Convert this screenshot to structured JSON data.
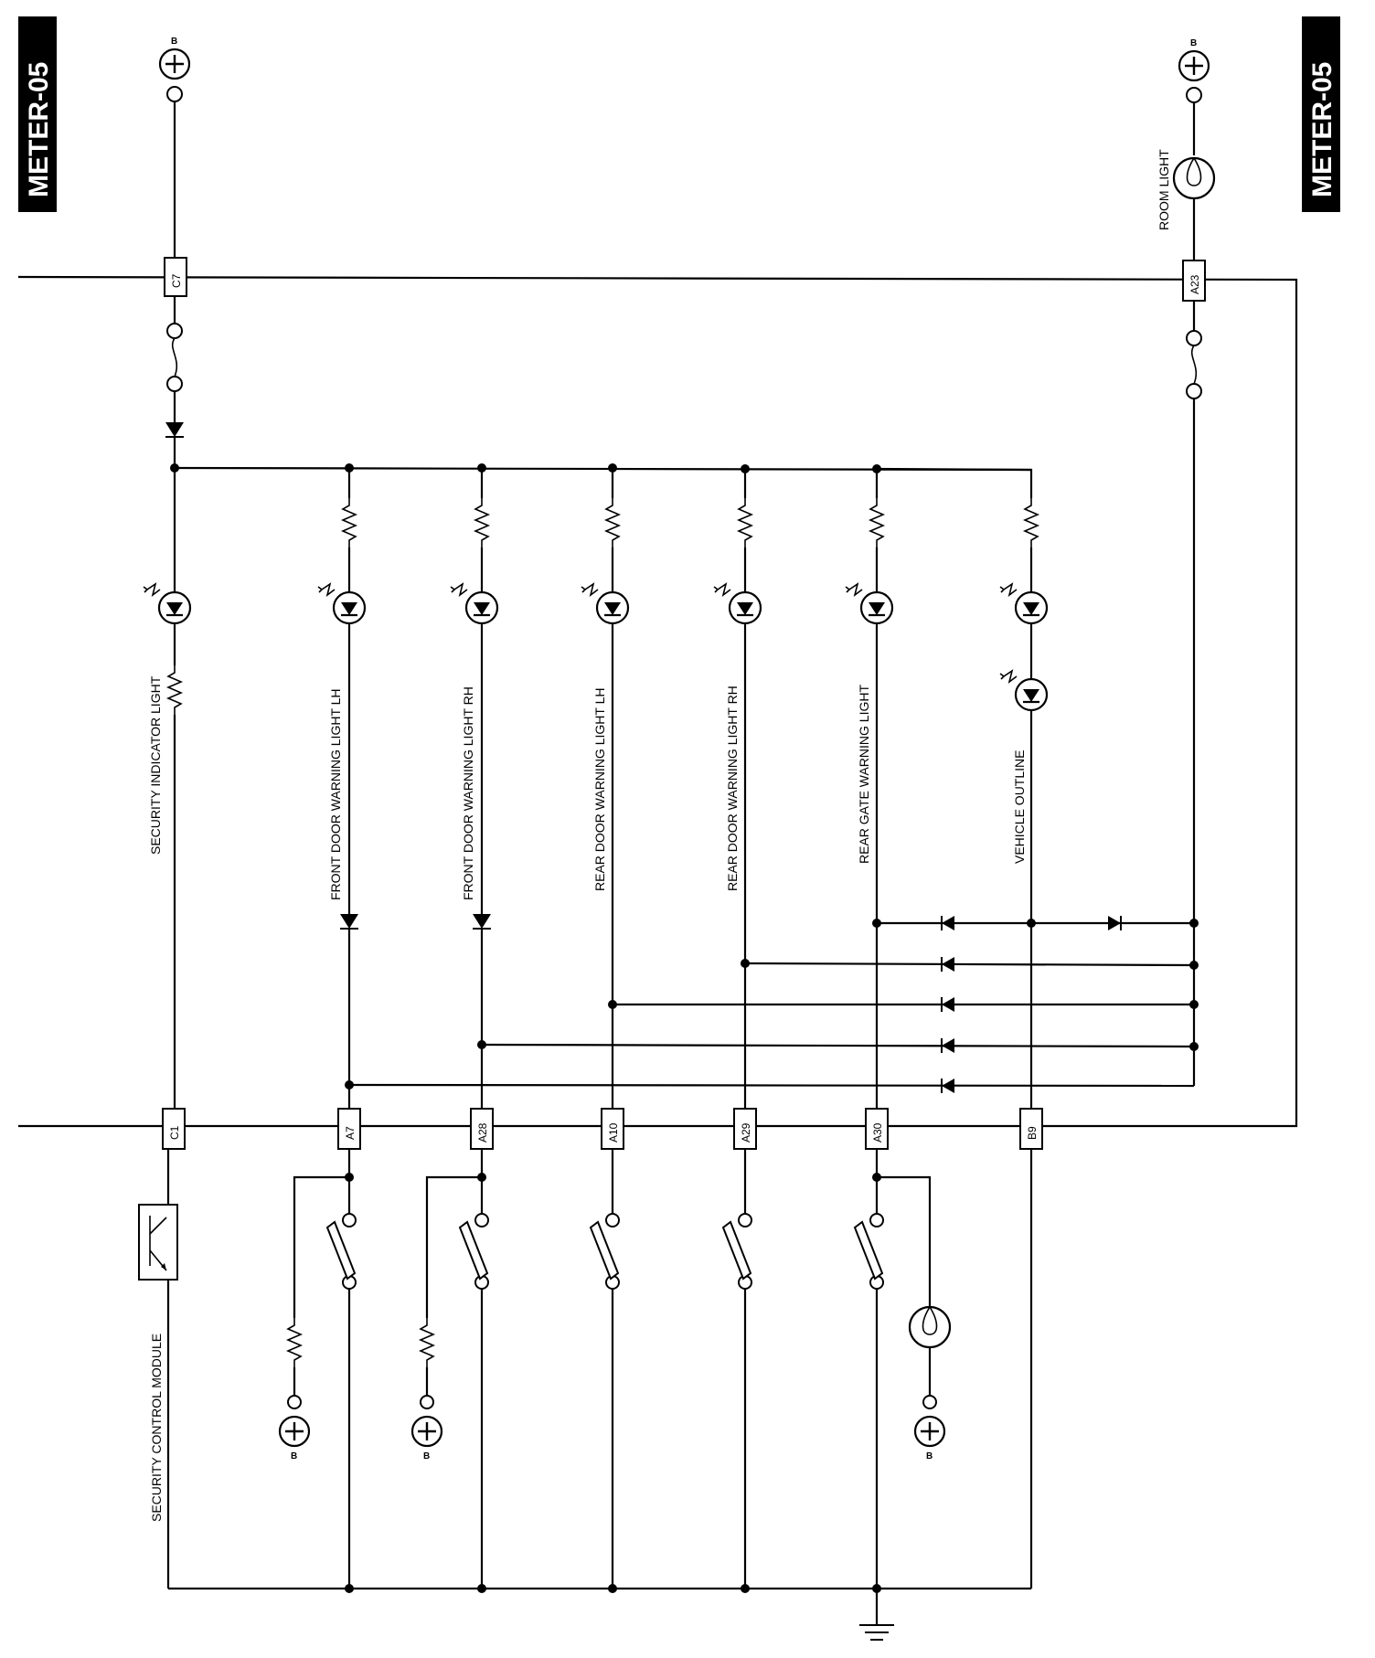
{
  "page_badges": {
    "left": "METER-05",
    "right": "METER-05"
  },
  "connectors": {
    "c7": "C7",
    "a23": "A23",
    "c1": "C1",
    "a7": "A7",
    "a28": "A28",
    "a10": "A10",
    "a29": "A29",
    "a30": "A30",
    "b9": "B9"
  },
  "component_labels": {
    "security_indicator": "SECURITY INDICATOR LIGHT",
    "front_door_lh": "FRONT DOOR WARNING LIGHT LH",
    "front_door_rh": "FRONT DOOR WARNING LIGHT RH",
    "rear_door_lh": "REAR DOOR WARNING LIGHT LH",
    "rear_door_rh": "REAR DOOR WARNING LIGHT RH",
    "rear_gate": "REAR GATE  WARNING LIGHT",
    "vehicle_outline": "VEHICLE OUTLINE",
    "room_light": "ROOM LIGHT",
    "security_module": "SECURITY CONTROL MODULE"
  },
  "battery_label": "B"
}
